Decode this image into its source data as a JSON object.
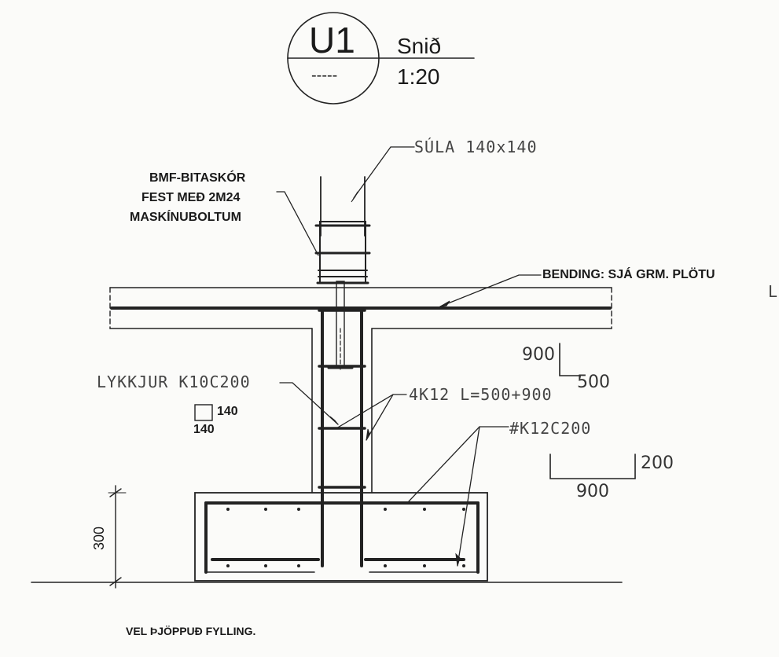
{
  "title_block": {
    "detail_id": "U1",
    "reference": "-----",
    "view_type": "Snið",
    "scale": "1:20"
  },
  "labels": {
    "column": "SÚLA 140x140",
    "shoe_line1": "BMF-BITASKÓR",
    "shoe_line2": "FEST MEÐ 2M24",
    "shoe_line3": "MASKÍNUBOLTUM",
    "slab_rebar": "BENDING: SJÁ GRM. PLÖTU",
    "edge_fragment": "L",
    "stirrups": "LYKKJUR K10C200",
    "column_size_w": "140",
    "column_size_h": "140",
    "bars": "4K12 L=500+900",
    "mesh": "#K12C200",
    "footing_height": "300",
    "fill": "VEL ÞJÖPPUÐ FYLLING."
  },
  "bar_schedule": {
    "bent_bar": {
      "leg": "900",
      "length": "500"
    },
    "hook_bar": {
      "leg": "200",
      "length": "900"
    }
  }
}
